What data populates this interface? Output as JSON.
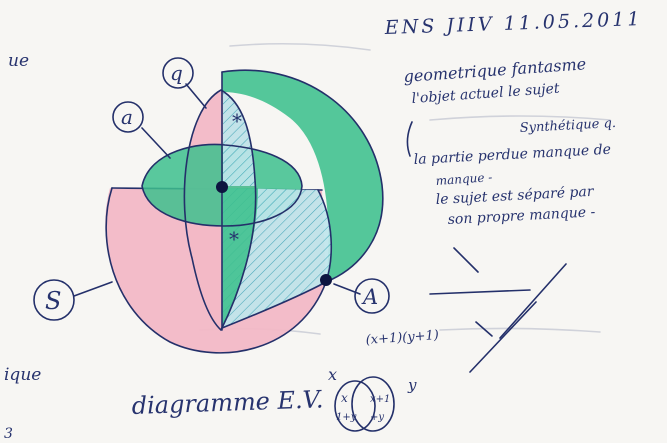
{
  "header": {
    "text": "ENS JIIV 11.05.2011"
  },
  "margin_notes": {
    "top_left": "ue",
    "bottom_left": "ique",
    "bottom_left_2": "3"
  },
  "labels": {
    "q": "q",
    "a": "a",
    "s": "S",
    "A": "A"
  },
  "star_marks": [
    "*",
    "*"
  ],
  "caption": "diagramme E.V.",
  "notes": [
    "geometrique fantasme",
    "l'objet actuel le sujet",
    "Synthétique q.",
    "la partie perdue manque de",
    "manque -",
    "le sujet est séparé par",
    "son propre manque -"
  ],
  "formula": {
    "top": "(x+1)(y+1)",
    "x": "x",
    "y": "y",
    "c1_top": "x",
    "c1_bottom": "1+y",
    "c2_top": "x+1",
    "c2_bottom": "+y"
  },
  "colors": {
    "ink": "#24306a",
    "green": "#3dc08d",
    "pink": "#f2b8c6",
    "cyan": "#bfe6ec",
    "dot": "#0d1440"
  }
}
